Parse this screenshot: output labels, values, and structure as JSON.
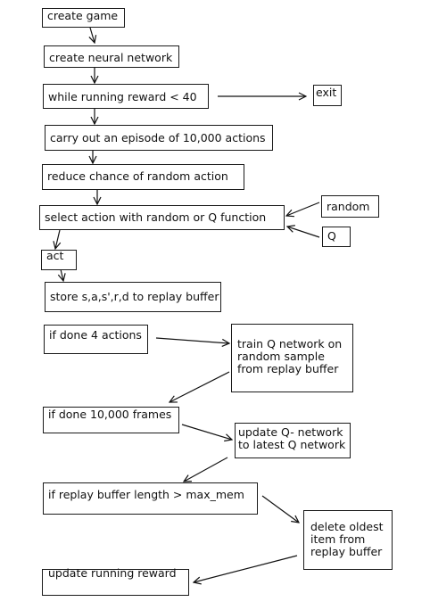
{
  "nodes": {
    "create_game": "create game",
    "create_nn": "create neural network",
    "while_loop": "while running reward < 40",
    "exit": "exit",
    "episode": "carry out an episode of 10,000 actions",
    "reduce_random": "reduce chance of random action",
    "select_action": "select action with random or Q function",
    "random": "random",
    "q": "Q",
    "act": "act",
    "store": "store s,a,s',r,d to replay buffer",
    "if_4": "if done 4 actions",
    "train": [
      "train Q network on",
      "random sample",
      "from replay buffer"
    ],
    "if_10000": "if done 10,000 frames",
    "update_q": [
      "update Q- network",
      "to latest Q network"
    ],
    "if_replay": "if replay buffer length > max_mem",
    "delete": [
      "delete oldest",
      "item from",
      "replay buffer"
    ],
    "update_reward": "update running reward"
  },
  "colors": {
    "line": "#111111",
    "background": "#ffffff"
  }
}
